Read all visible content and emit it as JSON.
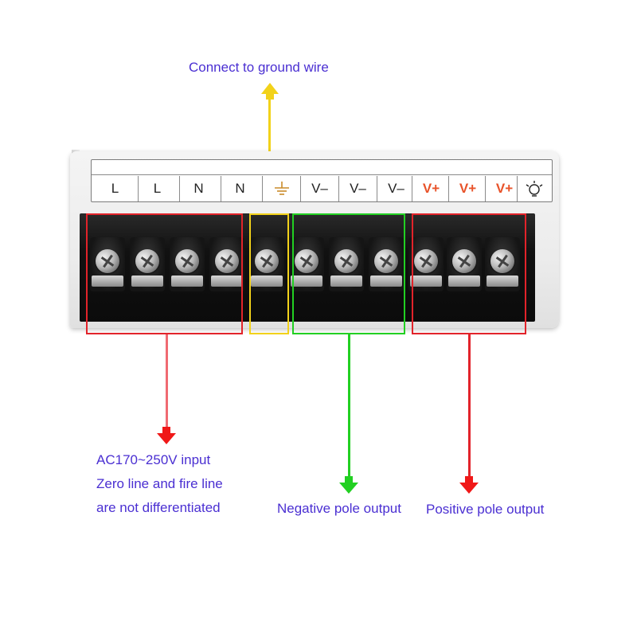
{
  "colors": {
    "text": "#4a2fd2",
    "red": "#e2232a",
    "yellow": "#f2d21a",
    "green": "#22d022",
    "label_positive": "#e8532a"
  },
  "callouts": {
    "ground": "Connect to ground wire",
    "ac_input": [
      "AC170~250V input",
      "Zero line and fire line",
      "are not differentiated"
    ],
    "negative": "Negative pole output",
    "positive": "Positive pole output"
  },
  "terminal_labels": [
    "L",
    "L",
    "N",
    "N",
    "⏚",
    "V–",
    "V–",
    "V–",
    "V+",
    "V+",
    "V+",
    "lamp-icon"
  ]
}
